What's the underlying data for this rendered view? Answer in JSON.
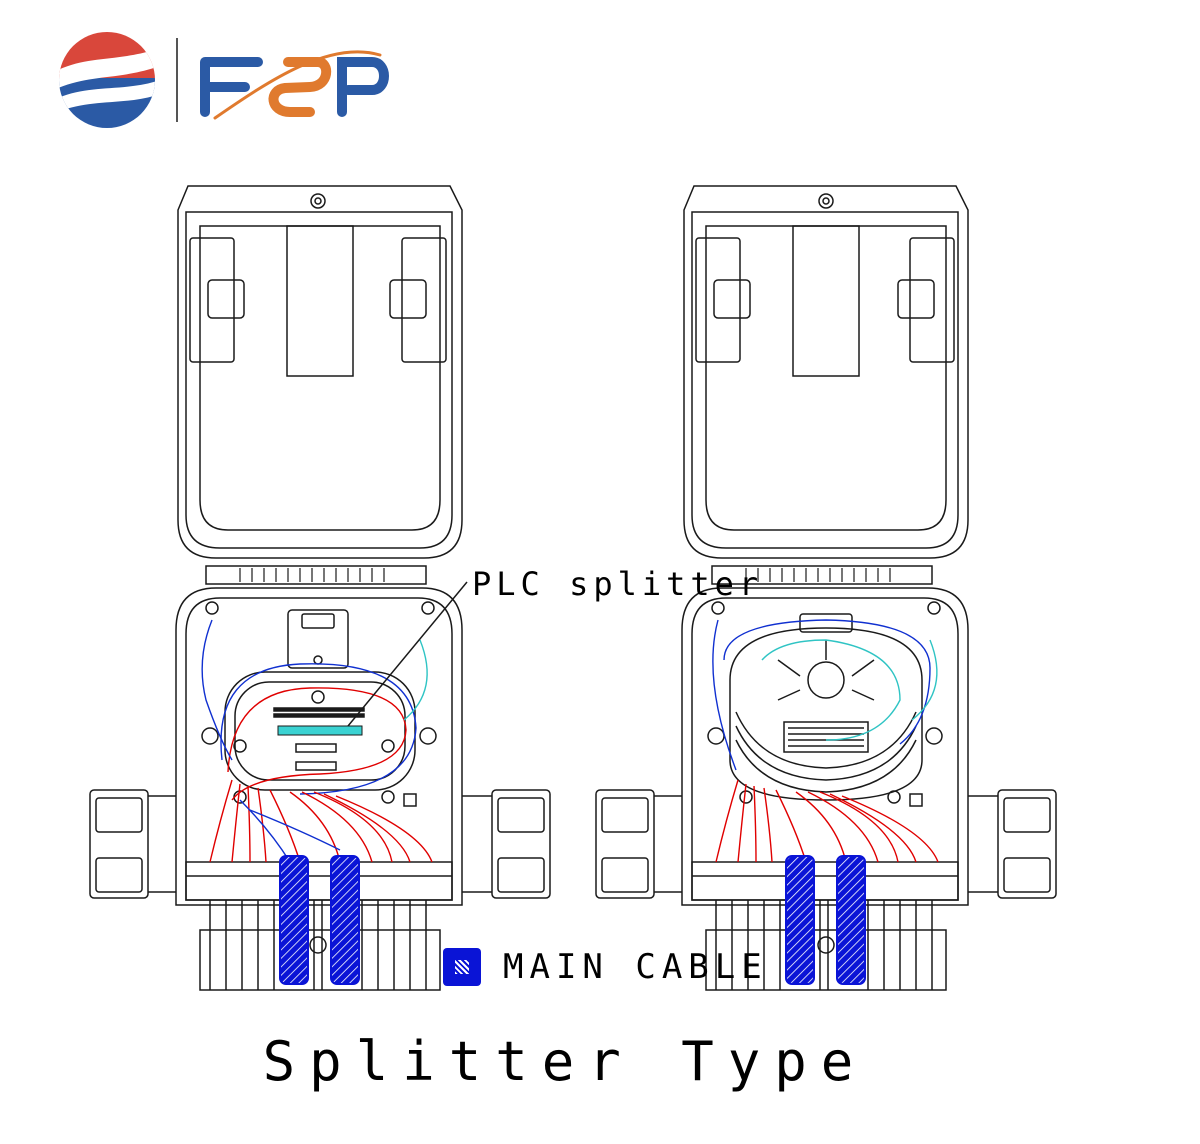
{
  "logo": {
    "text": "FSP",
    "primary_color": "#2b5aa5",
    "secondary_color": "#e07a2e",
    "accent_color": "#d9473b"
  },
  "labels": {
    "plc_splitter": "PLC splitter",
    "main_cable": "MAIN CABLE"
  },
  "caption": "Splitter Type",
  "colors": {
    "line": "#1a1a1a",
    "cable": "#0a14d6",
    "fiber_red": "#e00000",
    "fiber_blue": "#1030d0",
    "fiber_cyan": "#2fc4c4",
    "splitter": "#3ad2d2"
  },
  "icons": [
    "logo-swirl-icon",
    "main-cable-swatch-icon"
  ]
}
